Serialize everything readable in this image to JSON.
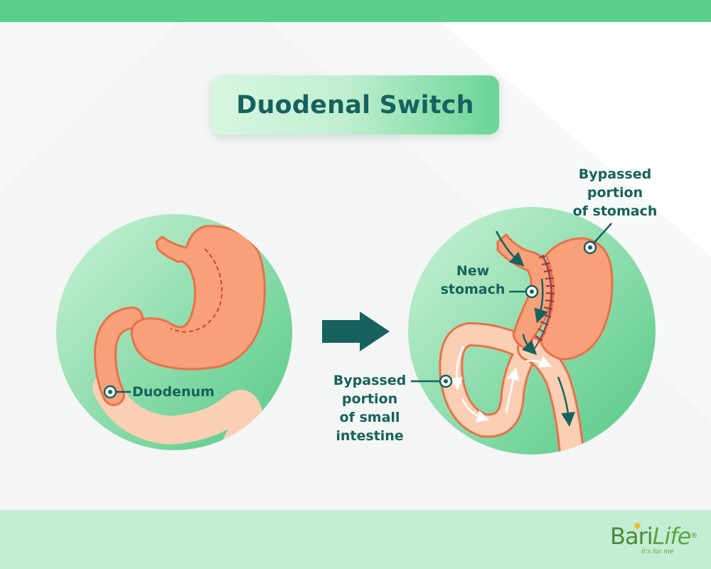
{
  "title": "Duodenal Switch",
  "labels": {
    "duodenum": "Duodenum",
    "new_stomach_line1": "New",
    "new_stomach_line2": "stomach",
    "bypassed_stomach_line1": "Bypassed",
    "bypassed_stomach_line2": "portion",
    "bypassed_stomach_line3": "of stomach",
    "bypassed_intestine_line1": "Bypassed",
    "bypassed_intestine_line2": "portion",
    "bypassed_intestine_line3": "of small",
    "bypassed_intestine_line4": "intestine"
  },
  "logo": {
    "brand_part1": "Bari",
    "brand_part2": "Life",
    "trademark": "®",
    "tagline": "it's for me"
  },
  "colors": {
    "top_bar": "#5ccf8a",
    "footer": "#c4eed2",
    "title_text": "#17625e",
    "organ": "#f7a07a",
    "organ_outline": "#e8714a",
    "intestine_light": "#fbcfb3",
    "arrow": "#17625e",
    "dashed_line": "#d9412b"
  },
  "icons": {
    "process_arrow": "right-arrow-icon",
    "logo_mark": "star-icon"
  }
}
